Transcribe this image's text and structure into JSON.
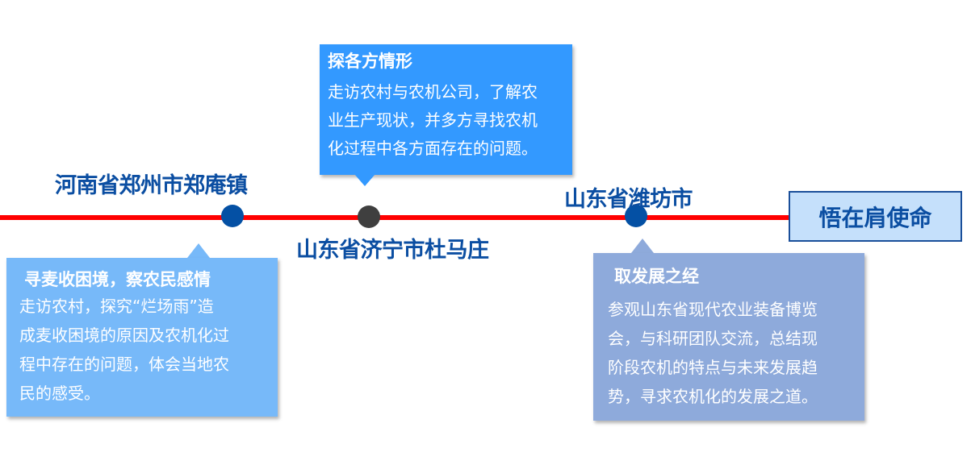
{
  "timeline": {
    "stops": [
      {
        "location": "河南省郑州市郑庵镇",
        "title": "寻麦收困境，察农民感情",
        "lines": [
          "走访农村，探究“烂场雨”造",
          "成麦收困境的原因及农机化过",
          "程中存在的问题，体会当地农",
          "民的感受。"
        ]
      },
      {
        "location": "山东省济宁市杜马庄",
        "title": "探各方情形",
        "lines": [
          "走访农村与农机公司，了解农",
          "业生产现状，并多方寻找农机",
          "化过程中各方面存在的问题。"
        ]
      },
      {
        "location": "山东省潍坊市",
        "title": "取发展之经",
        "lines": [
          "参观山东省现代农业装备博览",
          "会，与科研团队交流，总结现",
          "阶段农机的特点与未来发展趋",
          "势，寻求农机化的发展之道。"
        ]
      }
    ],
    "end_label": "悟在肩使命"
  },
  "colors": {
    "line": "#ff0000",
    "dot_blue": "#0450a4",
    "dot_gray": "#3f3f3f",
    "card1": "#77b9f9",
    "card2": "#3399ff",
    "card3": "#8eaadb",
    "end_box": "#c5e0fb"
  }
}
